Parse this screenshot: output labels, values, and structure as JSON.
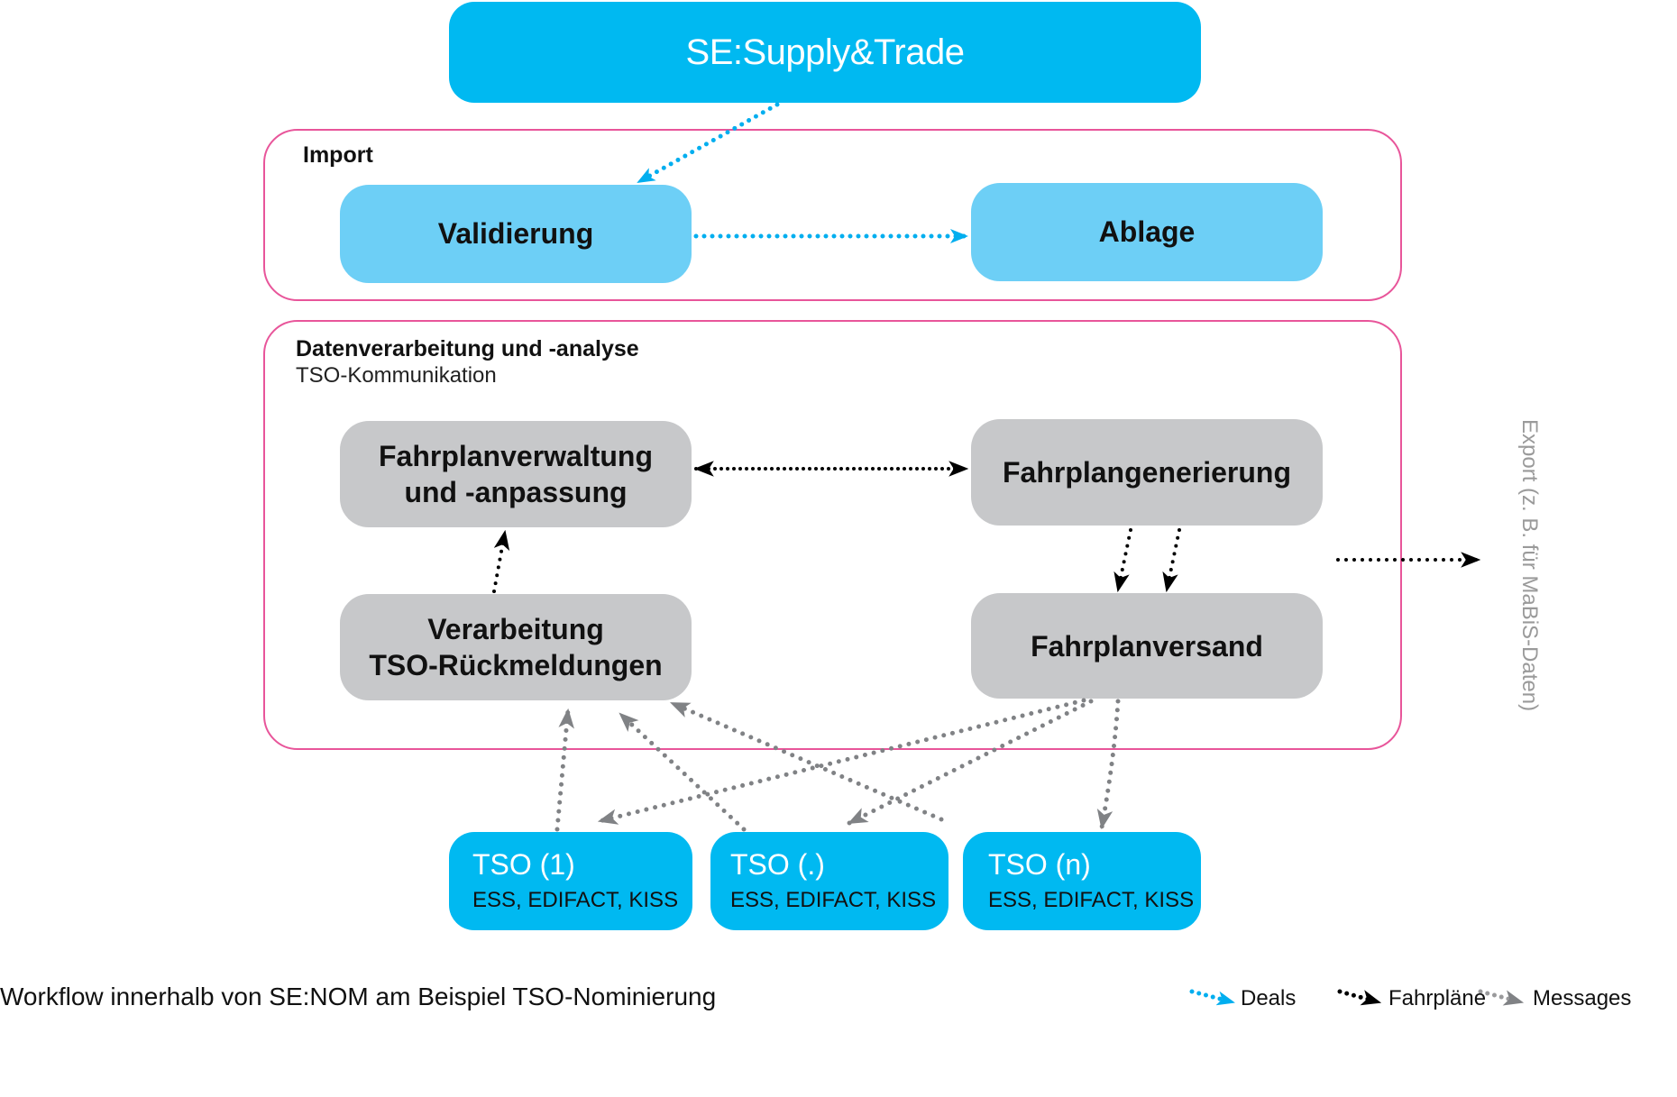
{
  "top_box": {
    "label": "SE:Supply&Trade"
  },
  "import": {
    "title": "Import",
    "nodes": [
      {
        "label": "Validierung"
      },
      {
        "label": "Ablage"
      }
    ]
  },
  "processing": {
    "title": "Datenverarbeitung und -analyse",
    "subtitle": "TSO-Kommunikation",
    "nodes": {
      "fahrplanverwaltung": {
        "line1": "Fahrplanverwaltung",
        "line2": "und -anpassung"
      },
      "fahrplangenerierung": {
        "line1": "Fahrplangenerierung"
      },
      "verarbeitung": {
        "line1": "Verarbeitung",
        "line2": "TSO-Rückmeldungen"
      },
      "fahrplanversand": {
        "line1": "Fahrplanversand"
      }
    }
  },
  "export_label": "Export (z. B. für MaBiS-Daten)",
  "tso_boxes": [
    {
      "name": "TSO (1)",
      "protocols": "ESS, EDIFACT, KISS"
    },
    {
      "name": "TSO (.)",
      "protocols": "ESS, EDIFACT, KISS"
    },
    {
      "name": "TSO (n)",
      "protocols": "ESS, EDIFACT, KISS"
    }
  ],
  "caption": "Workflow innerhalb von SE:NOM am Beispiel TSO-Nominierung",
  "legend": [
    {
      "label": "Deals",
      "color": "#00aeef"
    },
    {
      "label": "Fahrpläne",
      "color": "#000000"
    },
    {
      "label": "Messages",
      "color": "#808285"
    }
  ],
  "colors": {
    "primary_blue": "#00b9f1",
    "light_blue": "#6dcff6",
    "grey_node": "#c7c8ca",
    "container_border": "#e8559a",
    "deals_arrow": "#00aeef",
    "fahrplaene_arrow": "#000000",
    "messages_arrow": "#808285"
  }
}
